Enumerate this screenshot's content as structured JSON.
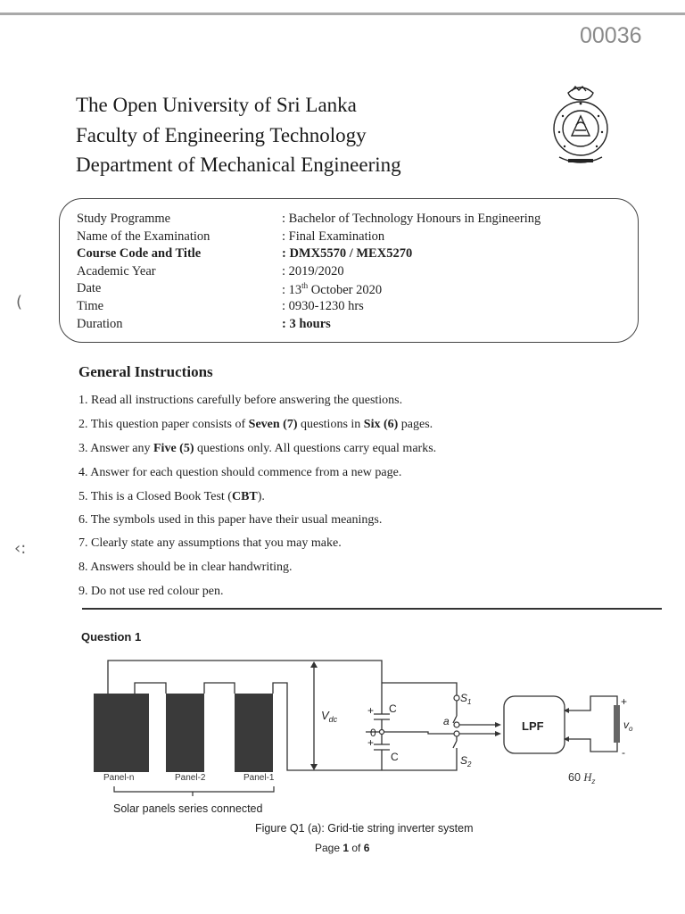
{
  "document": {
    "doc_number": "00036"
  },
  "header": {
    "university": "The Open University of Sri Lanka",
    "faculty": "Faculty of Engineering Technology",
    "department": "Department of Mechanical Engineering",
    "seal_icon": "university-seal"
  },
  "exam_info": [
    {
      "key": "Study Programme",
      "value": ": Bachelor of Technology Honours in Engineering",
      "bold": false
    },
    {
      "key": "Name of the Examination",
      "value": ": Final Examination",
      "bold": false
    },
    {
      "key": "Course Code and Title",
      "value": ": DMX5570 / MEX5270",
      "bold": true
    },
    {
      "key": "Academic Year",
      "value": ": 2019/2020",
      "bold": false
    },
    {
      "key": "Date",
      "value_prefix": ": 13",
      "value_sup": "th",
      "value_suffix": " October 2020",
      "bold": false
    },
    {
      "key": "Time",
      "value": ": 0930-1230 hrs",
      "bold": false
    },
    {
      "key": "Duration",
      "value": ": 3 hours",
      "bold": false,
      "value_bold": true
    }
  ],
  "general_instructions": {
    "heading": "General Instructions",
    "items": [
      {
        "n": "1. ",
        "pre": "Read all instructions carefully before answering the questions.",
        "b": "",
        "post": ""
      },
      {
        "n": "2. ",
        "pre": "This question paper consists of ",
        "b": "Seven (7)",
        "mid": " questions in ",
        "b2": "Six (6)",
        "post": " pages."
      },
      {
        "n": "3. ",
        "pre": "Answer any ",
        "b": "Five (5)",
        "post": " questions only. All questions carry equal marks."
      },
      {
        "n": "4. ",
        "pre": "Answer for each question should commence from a new page.",
        "b": "",
        "post": ""
      },
      {
        "n": "5. ",
        "pre": "This is a Closed Book Test (",
        "b": "CBT",
        "post": ")."
      },
      {
        "n": "6. ",
        "pre": "The symbols used in this paper have their usual meanings.",
        "b": "",
        "post": ""
      },
      {
        "n": "7. ",
        "pre": "Clearly state any assumptions that you may make.",
        "b": "",
        "post": ""
      },
      {
        "n": "8. ",
        "pre": "Answers should be in clear handwriting.",
        "b": "",
        "post": ""
      },
      {
        "n": "9. ",
        "pre": "Do not use red colour pen.",
        "b": "",
        "post": ""
      }
    ]
  },
  "question": {
    "heading": "Question 1"
  },
  "figure": {
    "panel_labels": [
      "Panel-n",
      "Panel-2",
      "Panel-1"
    ],
    "bracket_label": "Solar panels series connected",
    "vdc_label": "V",
    "vdc_sub": "dc",
    "cap_label": "C",
    "plus": "+",
    "minus": "-",
    "node_zero": "0",
    "node_a": "a",
    "s_label": "S",
    "s1_sub": "1",
    "s2_sub": "2",
    "lpf_label": "LPF",
    "vo_label": "v",
    "vo_sub": "o",
    "freq_value": "60 ",
    "freq_unit": "H",
    "freq_sub": "z",
    "caption": "Figure Q1 (a): Grid-tie string inverter system"
  },
  "footer": {
    "page_prefix": "Page ",
    "page_current": "1",
    "page_mid": " of ",
    "page_total": "6"
  },
  "margin_marks": {
    "mark_a": "(",
    "mark_b": "‹:"
  },
  "colors": {
    "panel_fill": "#3a3a3a",
    "ink": "#1f1f1f"
  }
}
